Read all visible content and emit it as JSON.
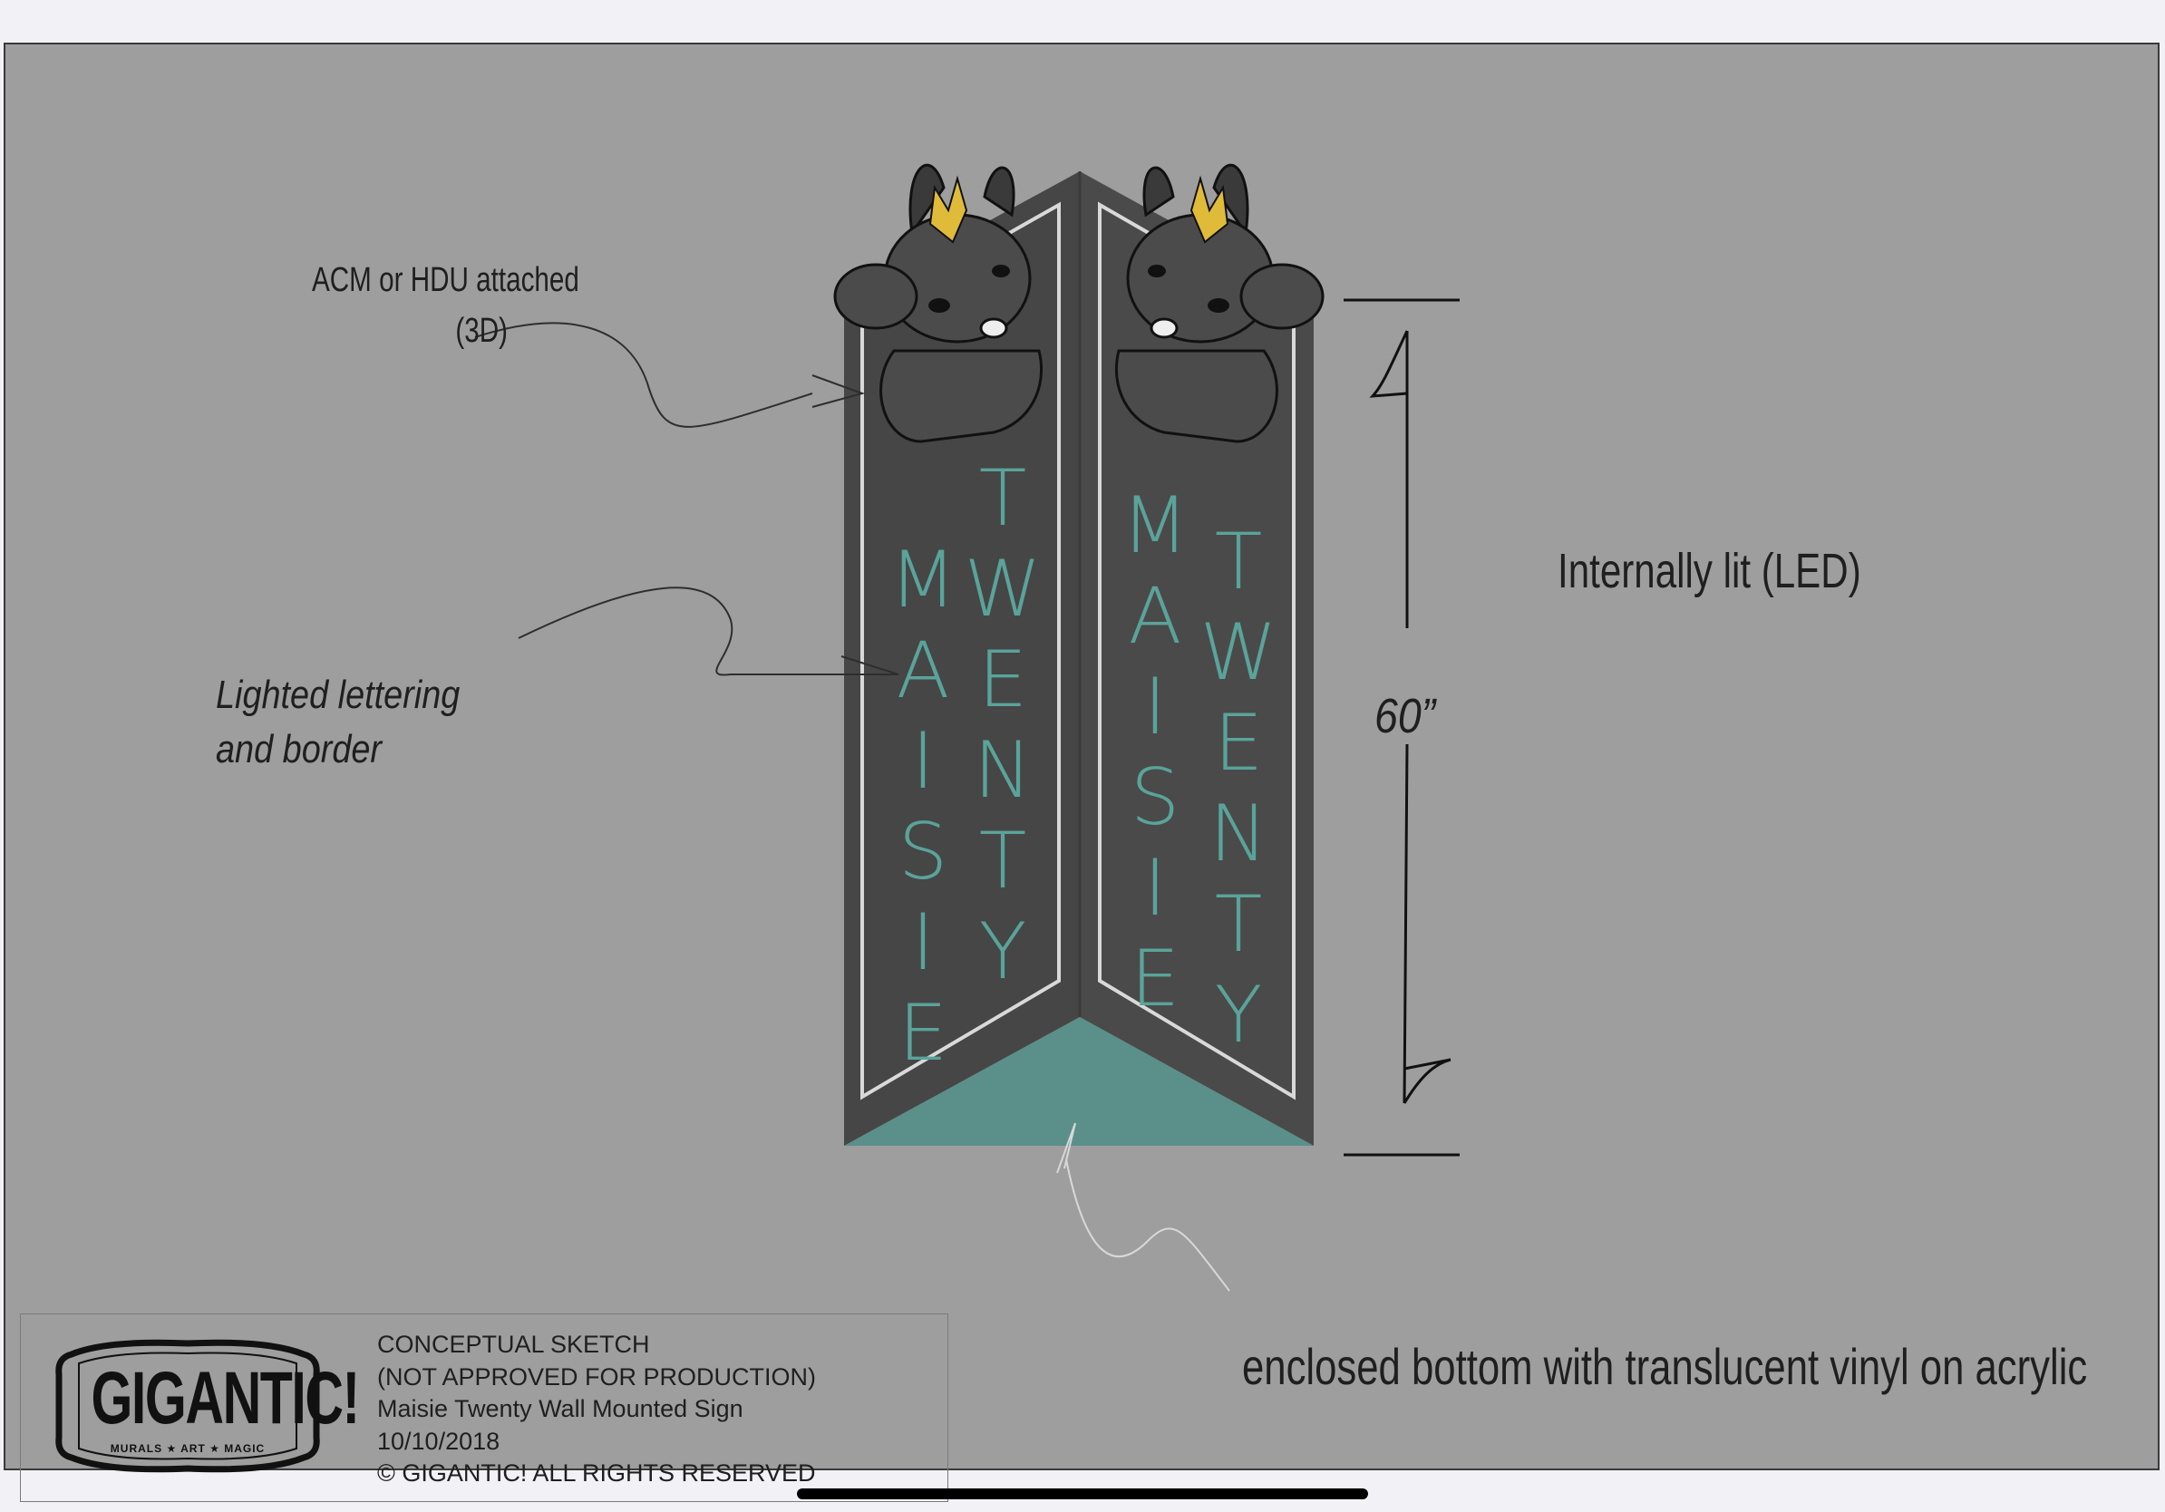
{
  "annotations": {
    "acm": [
      "ACM or HDU attached",
      "(3D)"
    ],
    "lighted": [
      "Lighted lettering",
      "and border"
    ],
    "internally_lit": "Internally lit (LED)",
    "dimension": "60”",
    "enclosed": "enclosed bottom with translucent vinyl on acrylic"
  },
  "sign": {
    "left_panel": {
      "word_a": "MAISIE",
      "word_b": "TWENTY"
    },
    "right_panel": {
      "word_a": "MAISIE",
      "word_b": "TWENTY"
    },
    "colors": {
      "panel": "#464646",
      "border": "#d9d9d9",
      "lettering": "#5aa39a",
      "bottom": "#5a9089",
      "crown": "#e0bb3a",
      "background": "#9e9e9e"
    }
  },
  "title_block": {
    "logo": {
      "name": "GIGANTIC!",
      "tagline": "MURALS ★ ART ★ MAGIC"
    },
    "lines": [
      "CONCEPTUAL SKETCH",
      "(NOT APPROVED FOR PRODUCTION)",
      "Maisie Twenty Wall Mounted Sign",
      "10/10/2018",
      "© GIGANTIC! ALL RIGHTS RESERVED"
    ]
  }
}
